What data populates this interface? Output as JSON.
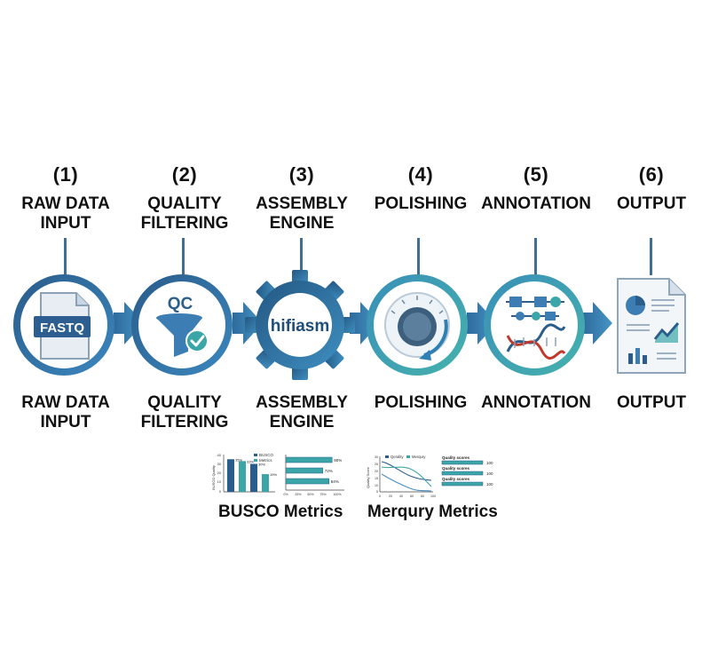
{
  "steps": [
    {
      "num": "(1)",
      "top": [
        "RAW DATA",
        "INPUT"
      ],
      "bottom": [
        "RAW DATA",
        "INPUT"
      ],
      "icon_text": "FASTQ"
    },
    {
      "num": "(2)",
      "top": [
        "QUALITY",
        "FILTERING"
      ],
      "bottom": [
        "QUALITY",
        "FILTERING"
      ],
      "icon_text": "QC"
    },
    {
      "num": "(3)",
      "top": [
        "ASSEMBLY",
        "ENGINE"
      ],
      "bottom": [
        "ASSEMBLY",
        "ENGINE"
      ],
      "icon_text": "hifiasm"
    },
    {
      "num": "(4)",
      "top": [
        "POLISHING"
      ],
      "bottom": [
        "POLISHING"
      ],
      "icon_text": ""
    },
    {
      "num": "(5)",
      "top": [
        "ANNOTATION"
      ],
      "bottom": [
        "ANNOTATION"
      ],
      "icon_text": ""
    },
    {
      "num": "(6)",
      "top": [
        "OUTPUT"
      ],
      "bottom": [
        "OUTPUT"
      ],
      "icon_text": ""
    }
  ],
  "busco": {
    "caption": "BUSCO Metrics",
    "y_axis_label": "BUSCO Quality",
    "y_ticks": [
      "40",
      "30",
      "20",
      "10",
      "0"
    ],
    "legend": [
      "BUSCO",
      "Metrics"
    ],
    "bars": [
      {
        "label": "35%",
        "value": 35
      },
      {
        "label": "33%",
        "value": 33
      },
      {
        "label": "30%",
        "value": 30
      },
      {
        "label": "19%",
        "value": 19
      }
    ],
    "hbars": [
      {
        "label": "90%",
        "value": 90
      },
      {
        "label": "72%",
        "value": 72
      },
      {
        "label": "84%",
        "value": 84
      }
    ],
    "x_ticks": [
      "0%",
      "25%",
      "50%",
      "75%",
      "100%"
    ]
  },
  "merqury": {
    "caption": "Merqury Metrics",
    "y_axis_label": "Quality Score",
    "legend": [
      "Qerality",
      "Merqury"
    ],
    "y_ticks": [
      "30",
      "25",
      "20",
      "15",
      "10",
      "5"
    ],
    "x_ticks": [
      "0",
      "20",
      "40",
      "60",
      "80",
      "100"
    ],
    "scores": [
      {
        "label": "Quality scores",
        "value": "100"
      },
      {
        "label": "Quality scores",
        "value": "100"
      },
      {
        "label": "Quality scores",
        "value": "100"
      }
    ]
  },
  "colors": {
    "dark_blue": "#2d5f8a",
    "mid_blue": "#3c7db3",
    "teal": "#3aa6a8",
    "arrow": "#3f82b8"
  },
  "icons": [
    "fastq-file-icon",
    "qc-funnel-icon",
    "hifiasm-gear-icon",
    "polishing-knob-icon",
    "annotation-dna-icon",
    "output-report-icon"
  ]
}
